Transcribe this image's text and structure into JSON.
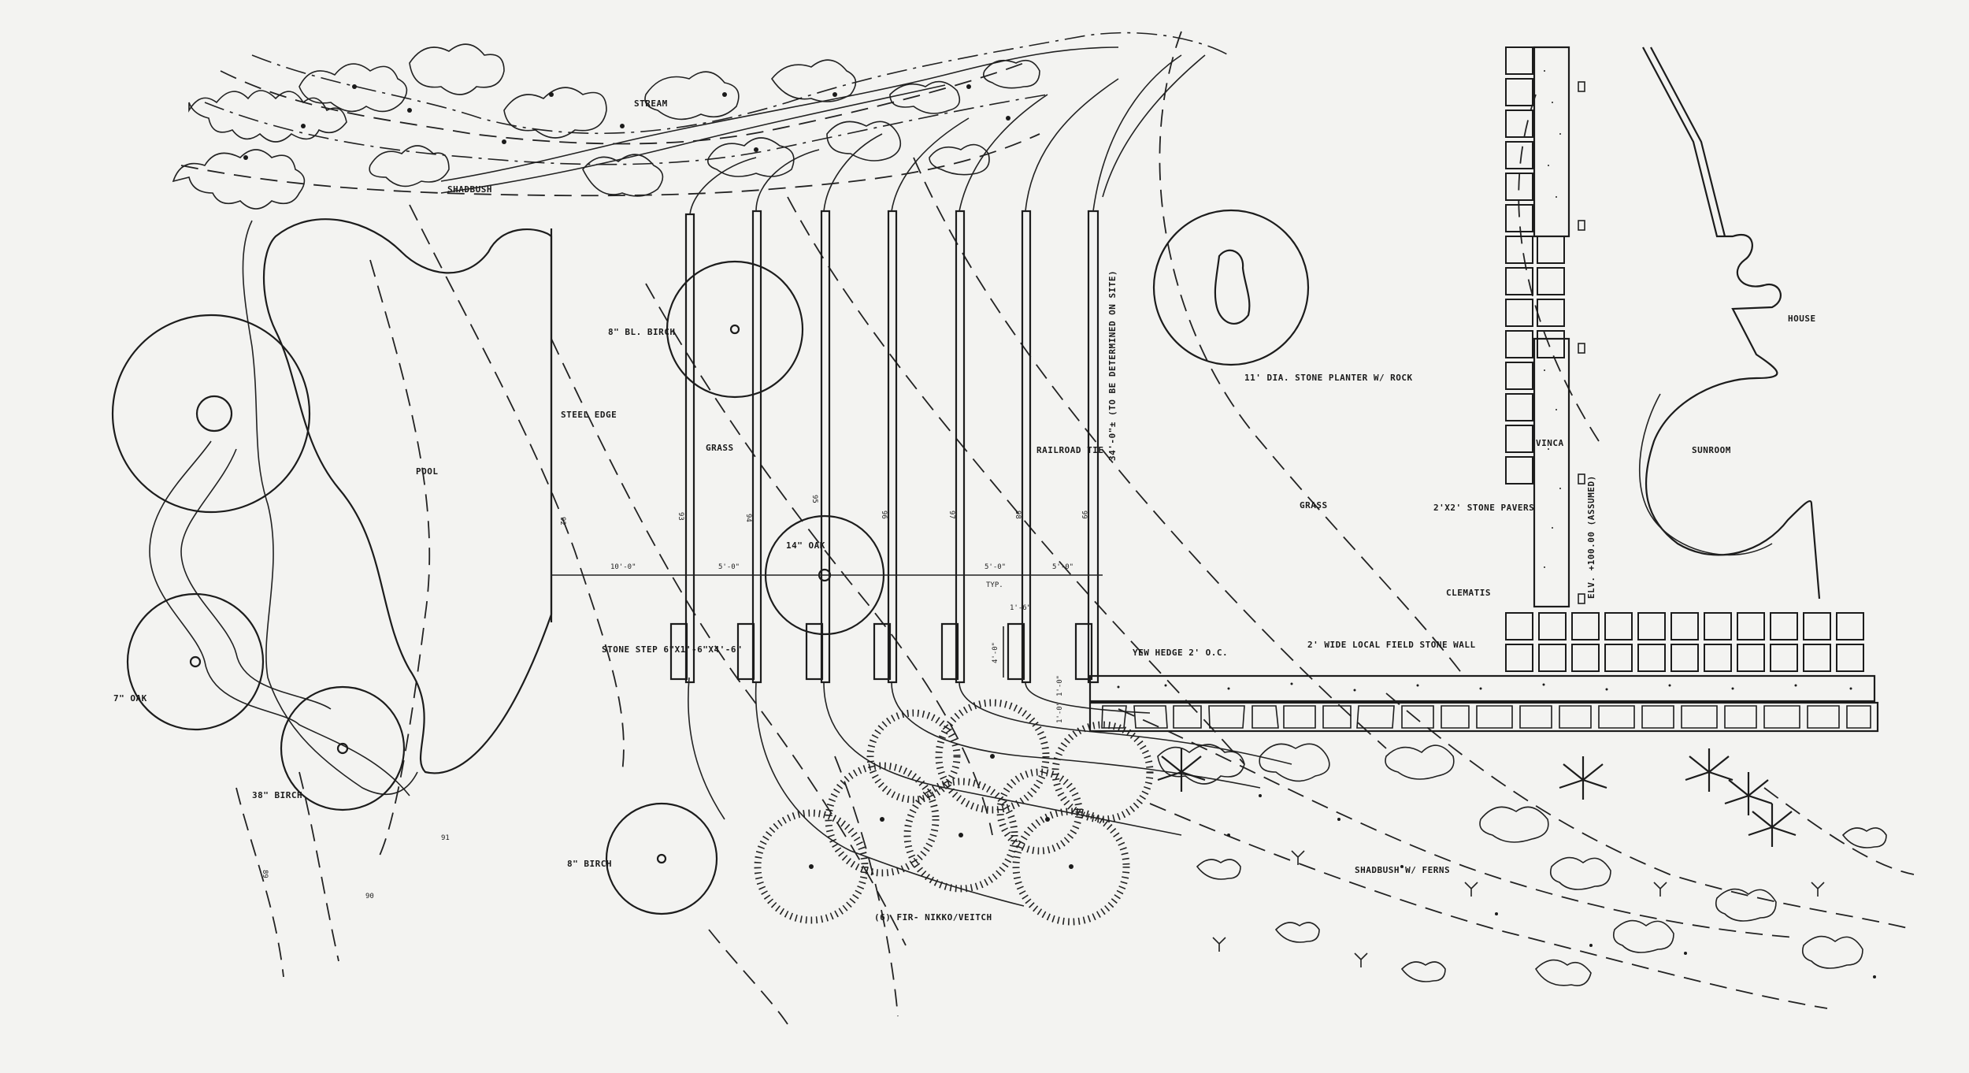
{
  "plan": {
    "labels": {
      "stream": "STREAM",
      "shadbush": "SHADBUSH",
      "bl_birch": "8\" BL. BIRCH",
      "steel_edge": "STEEL EDGE",
      "pool": "POOL",
      "grass_center": "GRASS",
      "oak_14": "14\" OAK",
      "railroad_tie": "RAILROAD TIE",
      "determined": "34'-0\"± (TO BE DETERMINED ON SITE)",
      "stone_planter": "11' DIA. STONE PLANTER W/ ROCK",
      "grass_right": "GRASS",
      "house": "HOUSE",
      "sunroom": "SUNROOM",
      "vinca": "VINCA",
      "stone_pavers": "2'X2' STONE PAVERS",
      "clematis": "CLEMATIS",
      "elevation": "ELV. +100.00 (ASSUMED)",
      "stone_step": "STONE STEP 6\"X1'-6\"X4'-6\"",
      "yew_hedge": "YEW HEDGE 2' O.C.",
      "field_stone_wall": "2' WIDE LOCAL FIELD STONE WALL",
      "oak_left": "7\" OAK",
      "birch_38": "38\" BIRCH",
      "birch_8": "8\" BIRCH",
      "fir": "(6) FIR- NIKKO/VEITCH",
      "shadbush_ferns": "SHADBUSH W/ FERNS"
    },
    "dimensions": {
      "d1": "10'-0\"",
      "d2": "5'-0\"",
      "d3": "5'-0\"",
      "d4": "5'-0\"",
      "typ": "TYP.",
      "d5": "1'-6\"",
      "d6": "4'-0\"",
      "d7": "1'-0\"",
      "d8": "1'-0\""
    },
    "contours": {
      "c92": "92",
      "c93": "93",
      "c94": "94",
      "c95": "95",
      "c96": "96",
      "c97": "97",
      "c98": "98",
      "c99": "99",
      "c90": "90",
      "c91": "91",
      "c89": "89"
    }
  }
}
